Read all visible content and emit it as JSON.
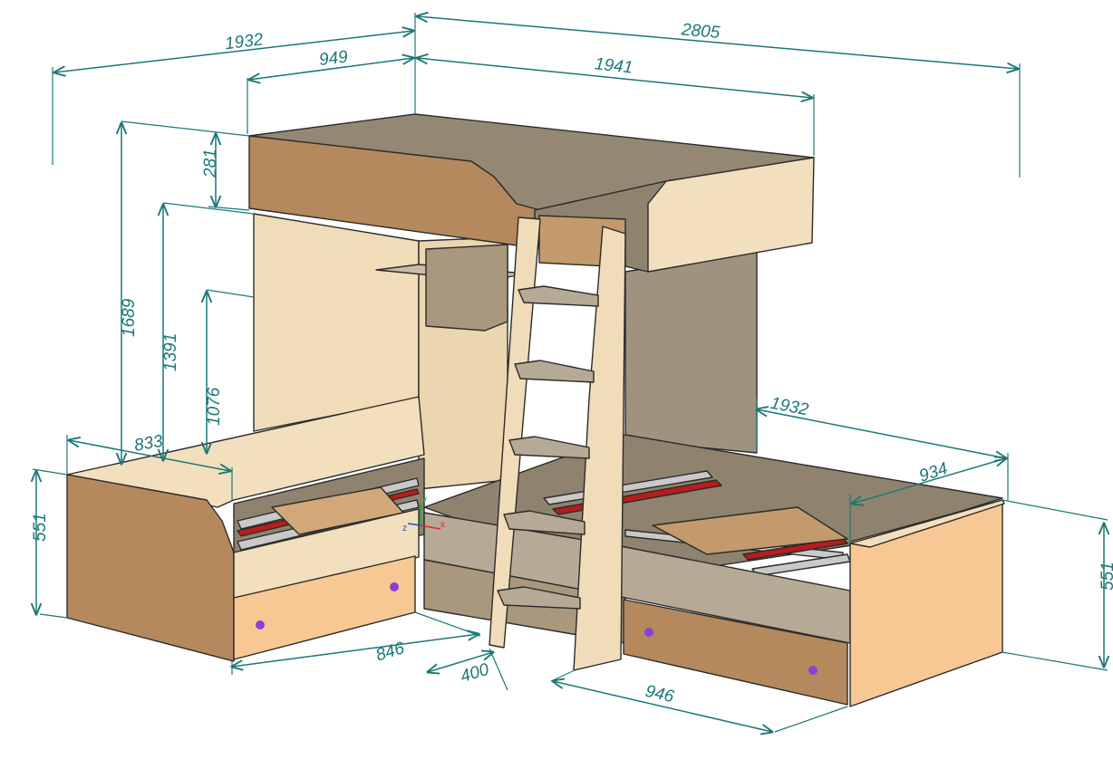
{
  "drawing": {
    "colors": {
      "dimension": "#1d7777",
      "light_panel": "#f2dfbe",
      "brown_panel": "#b5895d",
      "gray_panel": "#b6aa97",
      "dark_gray": "#8f836f",
      "peach_drawer": "#f8c894",
      "slat_gray": "#c9c9c9",
      "slat_red": "#b81c1c",
      "handle_purple": "#8a3fd6"
    },
    "dimensions": {
      "top_total_left": "1932",
      "top_total_right": "2805",
      "upper_bed_depth": "949",
      "upper_bed_length": "1941",
      "upper_side_height": "281",
      "total_height": "1689",
      "upper_bed_height": "1391",
      "shelf_height": "1076",
      "left_bed_width": "833",
      "left_bed_height": "551",
      "left_bed_length": "846",
      "ladder_width": "400",
      "right_bed_length_top": "1932",
      "right_bed_width": "934",
      "right_bed_height": "551",
      "right_bed_length": "946"
    },
    "axis": {
      "x": "x",
      "y": "y",
      "z": "z"
    }
  }
}
